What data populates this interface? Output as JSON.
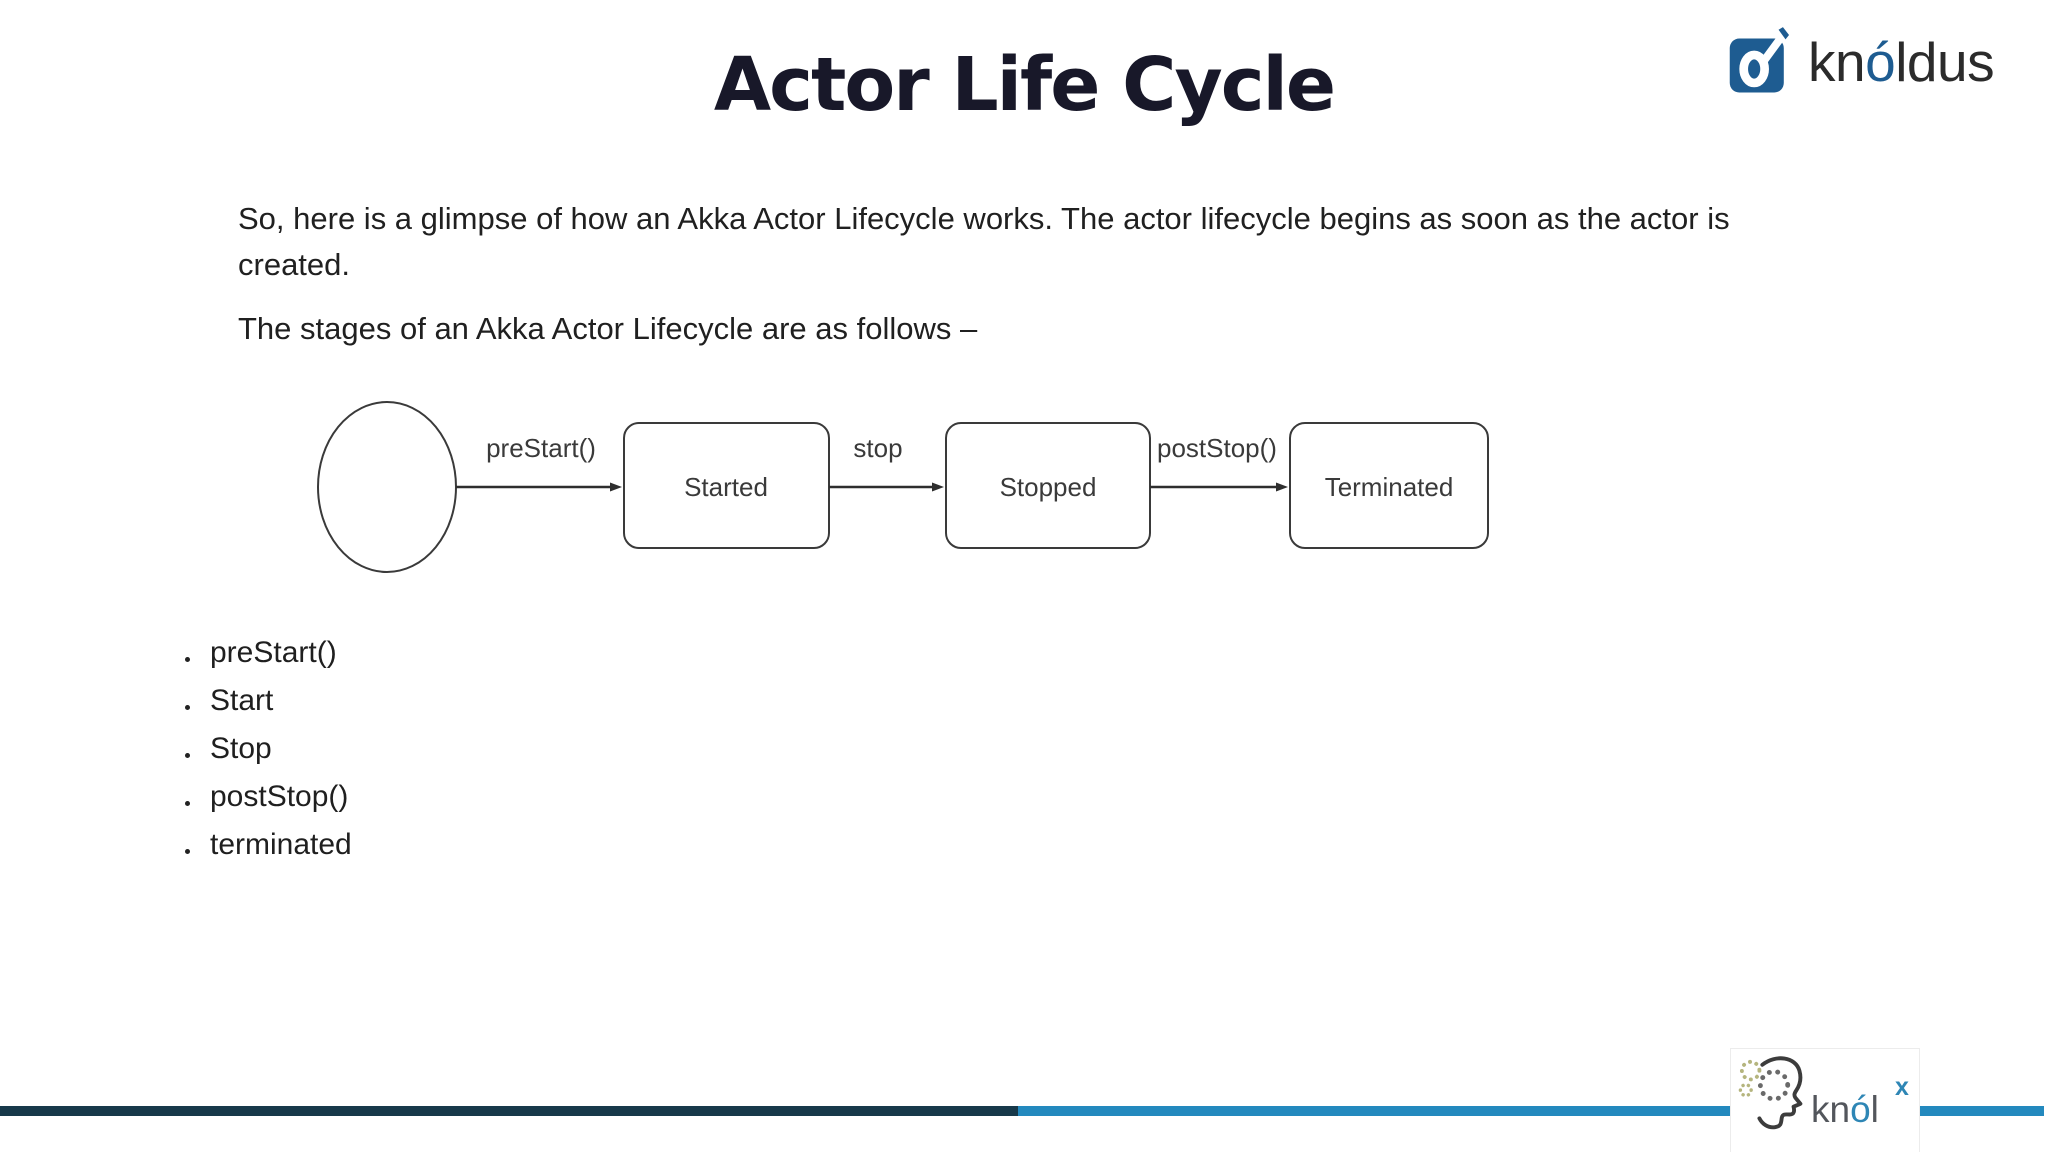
{
  "slide": {
    "title": "Actor Life Cycle",
    "paragraph1": "So, here is a glimpse of how an Akka Actor Lifecycle works. The actor lifecycle begins as soon as the actor is created.",
    "paragraph2": "The stages of an Akka Actor Lifecycle are as follows –"
  },
  "brand": {
    "name_part1": "kn",
    "name_accent": "ó",
    "name_part2": "ldus"
  },
  "diagram": {
    "edges": [
      "preStart()",
      "stop",
      "postStop()"
    ],
    "nodes": [
      "Started",
      "Stopped",
      "Terminated"
    ]
  },
  "bullets": [
    "preStart()",
    "Start",
    "Stop",
    "postStop()",
    "terminated"
  ],
  "footer": {
    "knolx_part1": "kn",
    "knolx_accent": "ó",
    "knolx_part2": "l",
    "knolx_sup": "x"
  },
  "colors": {
    "title_text": "#181829",
    "body_text": "#202020",
    "brand_blue": "#1e5c91",
    "accent_blue": "#2389be",
    "footer_dark_bar": "#17394a",
    "knolx_blue": "#2e86b5",
    "diagram_stroke": "#3a3a3a"
  }
}
